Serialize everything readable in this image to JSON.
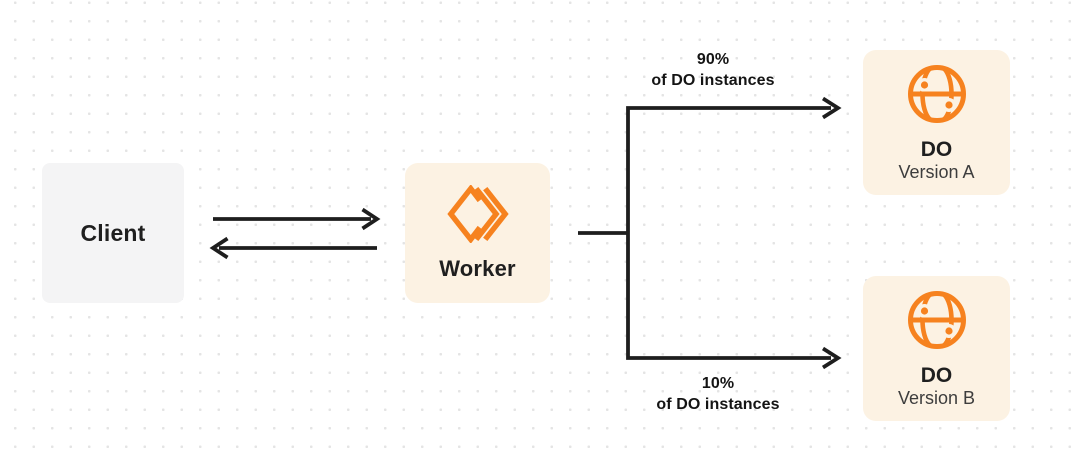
{
  "diagram": {
    "nodes": {
      "client": {
        "label": "Client"
      },
      "worker": {
        "label": "Worker",
        "icon": "cloudflare-workers-icon"
      },
      "do_version_a": {
        "title": "DO",
        "subtitle": "Version A",
        "icon": "durable-object-globe-icon"
      },
      "do_version_b": {
        "title": "DO",
        "subtitle": "Version B",
        "icon": "durable-object-globe-icon"
      }
    },
    "edges": {
      "client_worker": {
        "style": "bidirectional-arrows"
      },
      "split_top": {
        "percent": "90%",
        "caption": "of DO instances"
      },
      "split_bottom": {
        "percent": "10%",
        "caption": "of DO instances"
      }
    },
    "colors": {
      "accent_orange": "#f6821f",
      "node_cream_bg": "#fcf2e3",
      "node_gray_bg": "#f4f4f5",
      "line": "#1e1e1e",
      "dot_grid": "#e4e4e4"
    }
  }
}
